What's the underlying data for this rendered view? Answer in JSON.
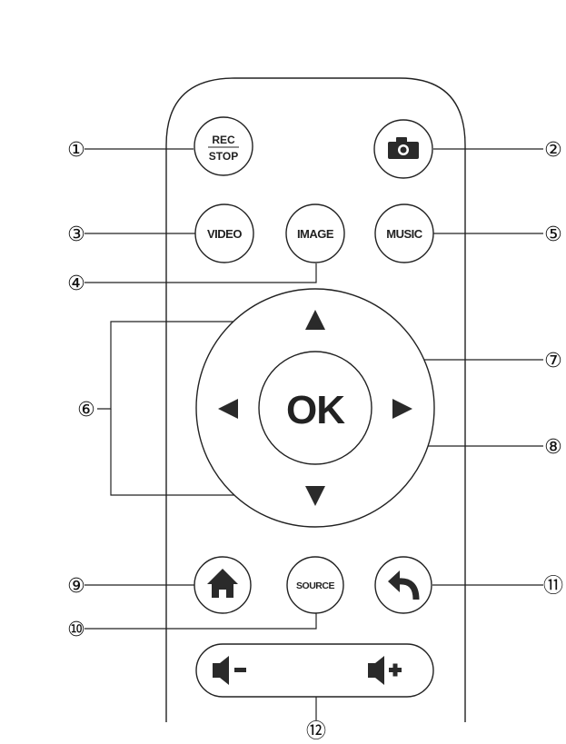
{
  "remote": {
    "buttons": {
      "rec_stop": {
        "line1": "REC",
        "line2": "STOP"
      },
      "camera": {
        "icon": "camera-icon"
      },
      "video": {
        "label": "VIDEO"
      },
      "image": {
        "label": "IMAGE"
      },
      "music": {
        "label": "MUSIC"
      },
      "ok": {
        "label": "OK"
      },
      "up": {
        "icon": "up-arrow-icon"
      },
      "down": {
        "icon": "down-arrow-icon"
      },
      "left": {
        "icon": "left-arrow-icon"
      },
      "right": {
        "icon": "right-arrow-icon"
      },
      "home": {
        "icon": "home-icon"
      },
      "source": {
        "label": "SOURCE"
      },
      "back": {
        "icon": "back-icon"
      },
      "vol_down": {
        "icon": "volume-down-icon"
      },
      "vol_up": {
        "icon": "volume-up-icon"
      }
    }
  },
  "callouts": [
    "①",
    "②",
    "③",
    "④",
    "⑤",
    "⑥",
    "⑦",
    "⑧",
    "⑨",
    "⑩",
    "⑪",
    "⑫"
  ]
}
